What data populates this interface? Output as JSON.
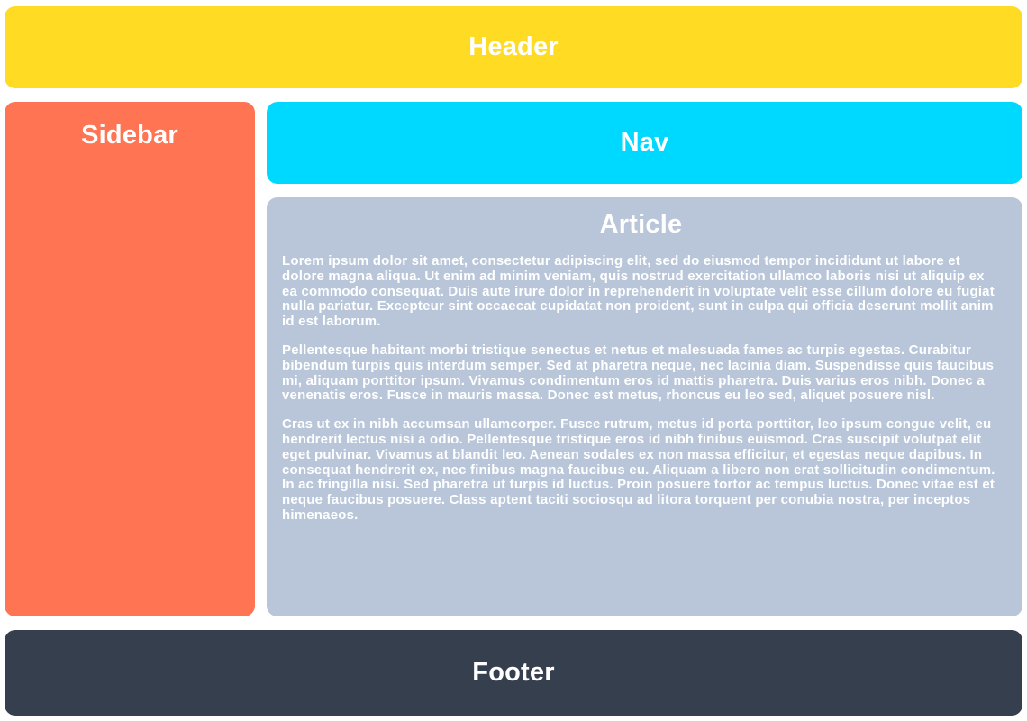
{
  "colors": {
    "header_bg": "#ffdb24",
    "sidebar_bg": "#ff7452",
    "nav_bg": "#00d9ff",
    "article_bg": "#b9c5d8",
    "footer_bg": "#363f4e",
    "page_bg": "#ffffff",
    "text": "#ffffff"
  },
  "header": {
    "label": "Header"
  },
  "sidebar": {
    "label": "Sidebar"
  },
  "nav": {
    "label": "Nav"
  },
  "article": {
    "title": "Article",
    "paragraphs": [
      "Lorem ipsum dolor sit amet, consectetur adipiscing elit, sed do eiusmod tempor incididunt ut labore et dolore magna aliqua. Ut enim ad minim veniam, quis nostrud exercitation ullamco laboris nisi ut aliquip ex ea commodo consequat. Duis aute irure dolor in reprehenderit in voluptate velit esse cillum dolore eu fugiat nulla pariatur. Excepteur sint occaecat cupidatat non proident, sunt in culpa qui officia deserunt mollit anim id est laborum.",
      "Pellentesque habitant morbi tristique senectus et netus et malesuada fames ac turpis egestas. Curabitur bibendum turpis quis interdum semper. Sed at pharetra neque, nec lacinia diam. Suspendisse quis faucibus mi, aliquam porttitor ipsum. Vivamus condimentum eros id mattis pharetra. Duis varius eros nibh. Donec a venenatis eros. Fusce in mauris massa. Donec est metus, rhoncus eu leo sed, aliquet posuere nisl.",
      "Cras ut ex in nibh accumsan ullamcorper. Fusce rutrum, metus id porta porttitor, leo ipsum congue velit, eu hendrerit lectus nisi a odio. Pellentesque tristique eros id nibh finibus euismod. Cras suscipit volutpat elit eget pulvinar. Vivamus at blandit leo. Aenean sodales ex non massa efficitur, et egestas neque dapibus. In consequat hendrerit ex, nec finibus magna faucibus eu. Aliquam a libero non erat sollicitudin condimentum. In ac fringilla nisi. Sed pharetra ut turpis id luctus. Proin posuere tortor ac tempus luctus. Donec vitae est et neque faucibus posuere. Class aptent taciti sociosqu ad litora torquent per conubia nostra, per inceptos himenaeos."
    ]
  },
  "footer": {
    "label": "Footer"
  }
}
